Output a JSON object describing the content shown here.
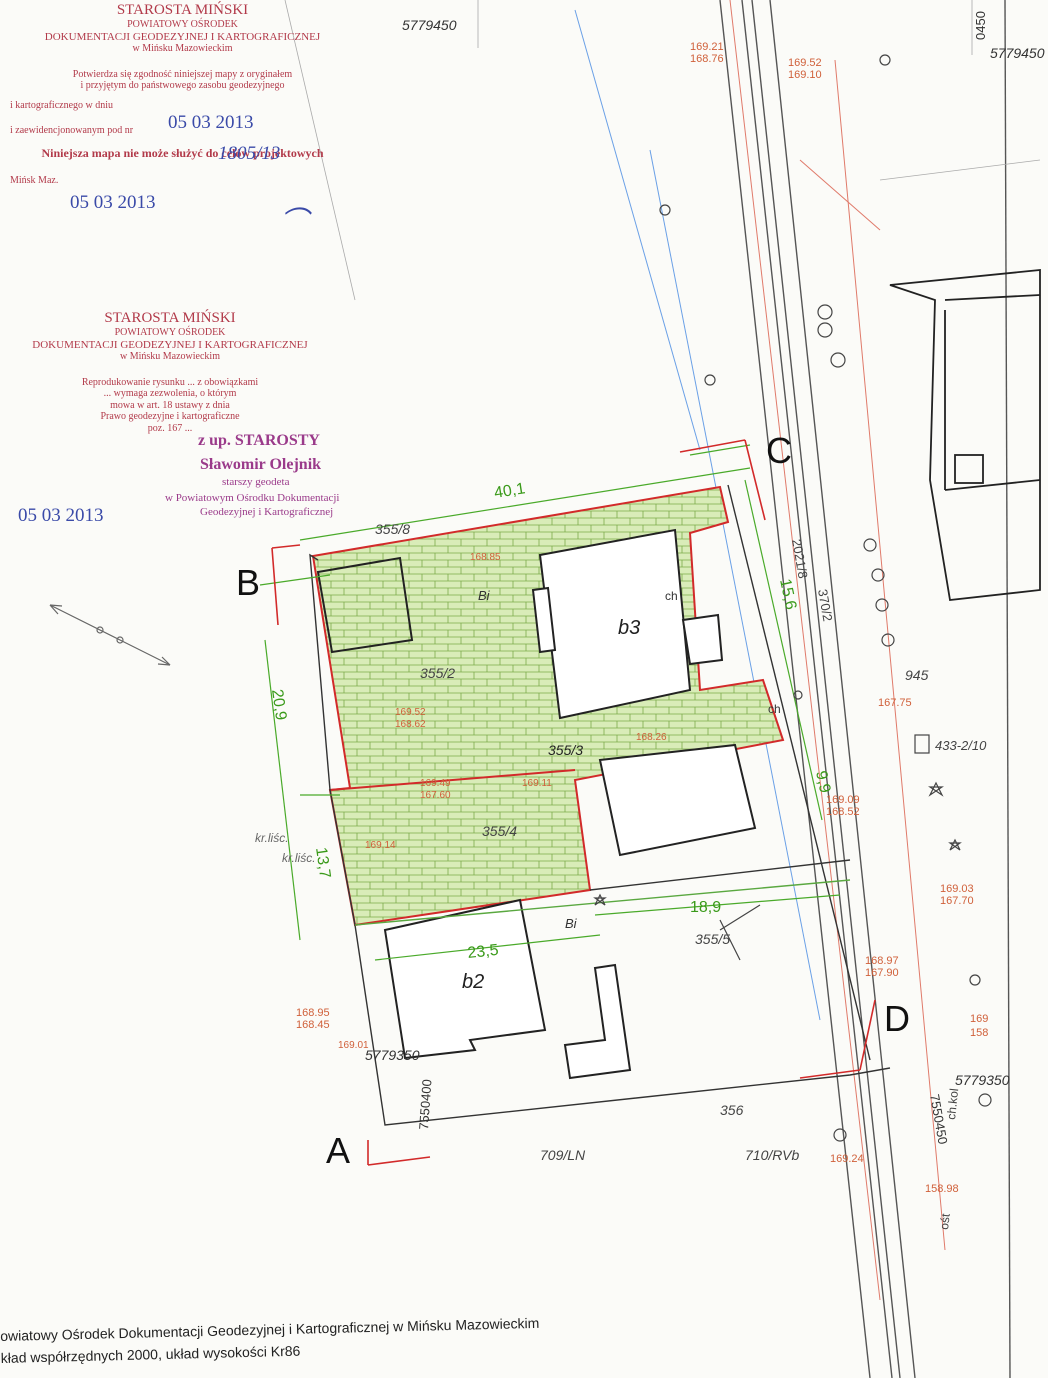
{
  "stamp_top": {
    "lines": [
      "STAROSTA MIŃSKI",
      "POWIATOWY OŚRODEK",
      "DOKUMENTACJI GEODEZYJNEJ I KARTOGRAFICZNEJ",
      "w Mińsku Mazowieckim",
      "Potwierdza się zgodność niniejszej mapy z oryginałem",
      "i przyjętym do państwowego zasobu geodezyjnego",
      "i kartograficznego w dniu",
      "i zaewidencjonowanym pod nr",
      "Niniejsza mapa nie może służyć do celów projektowych",
      "Mińsk Maz."
    ],
    "date": "05 03 2013",
    "reg_number": "1805/13",
    "date2": "05 03 2013"
  },
  "stamp_middle": {
    "lines": [
      "STAROSTA MIŃSKI",
      "POWIATOWY OŚRODEK",
      "DOKUMENTACJI GEODEZYJNEJ I KARTOGRAFICZNEJ",
      "w Mińsku Mazowieckim",
      "Reprodukowanie rysunku ... z obowiązkami",
      "... wymaga zezwolenia, o którym",
      "mowa w art. 18 ustawy z dnia",
      "Prawo geodezyjne i kartograficzne",
      "poz. 167 ..."
    ],
    "date": "05 03 2013"
  },
  "signature_stamp": {
    "line1": "z up. STAROSTY",
    "line2": "Sławomir Olejnik",
    "line3": "starszy geodeta",
    "line4": "w Powiatowym Ośrodku Dokumentacji",
    "line5": "Geodezyjnej i Kartograficznej"
  },
  "corners": {
    "a": "A",
    "b": "B",
    "c": "C",
    "d": "D"
  },
  "coords": {
    "top_center": "5779450",
    "top_right": "5779450",
    "top_right_vertical": "0450",
    "left_bottom": "5779350",
    "right_bottom": "5779350",
    "vertical_left": "7550400",
    "vertical_right": "7550450"
  },
  "dimensions": {
    "top": "40,1",
    "left_upper": "20,9",
    "left_lower": "13,7",
    "right_upper": "15,6",
    "right_lower": "9,9",
    "bottom_right": "18,9",
    "bottom": "23,5"
  },
  "parcels": [
    "355/8",
    "355/2",
    "355/3",
    "355/4",
    "355/5",
    "356",
    "709/LN",
    "710/RVb",
    "370/2",
    "945",
    "433-2/10",
    "2021/8"
  ],
  "buildings": [
    "b3",
    "b2",
    "Bi",
    "Bi",
    "ch",
    "ch"
  ],
  "heights": [
    "169.21",
    "168.76",
    "169.52",
    "169.10",
    "168.85",
    "169.52",
    "168.62",
    "169.49",
    "167.60",
    "169.11",
    "169.14",
    "169.09",
    "168.52",
    "169.03",
    "167.70",
    "168.97",
    "167.90",
    "168.95",
    "168.45",
    "169.24",
    "158.98",
    "169",
    "158",
    "167.75",
    "168.26",
    "169.01"
  ],
  "labels": {
    "kr_lisc": "kr.liśc.",
    "ch_kol": "ch.kol",
    "ost": "ośt"
  },
  "footer": {
    "line1": "owiatowy Ośrodek Dokumentacji Geodezyjnej i Kartograficznej w Mińsku Mazowieckim",
    "line2": "kład współrzędnych 2000, układ wysokości Kr86"
  }
}
